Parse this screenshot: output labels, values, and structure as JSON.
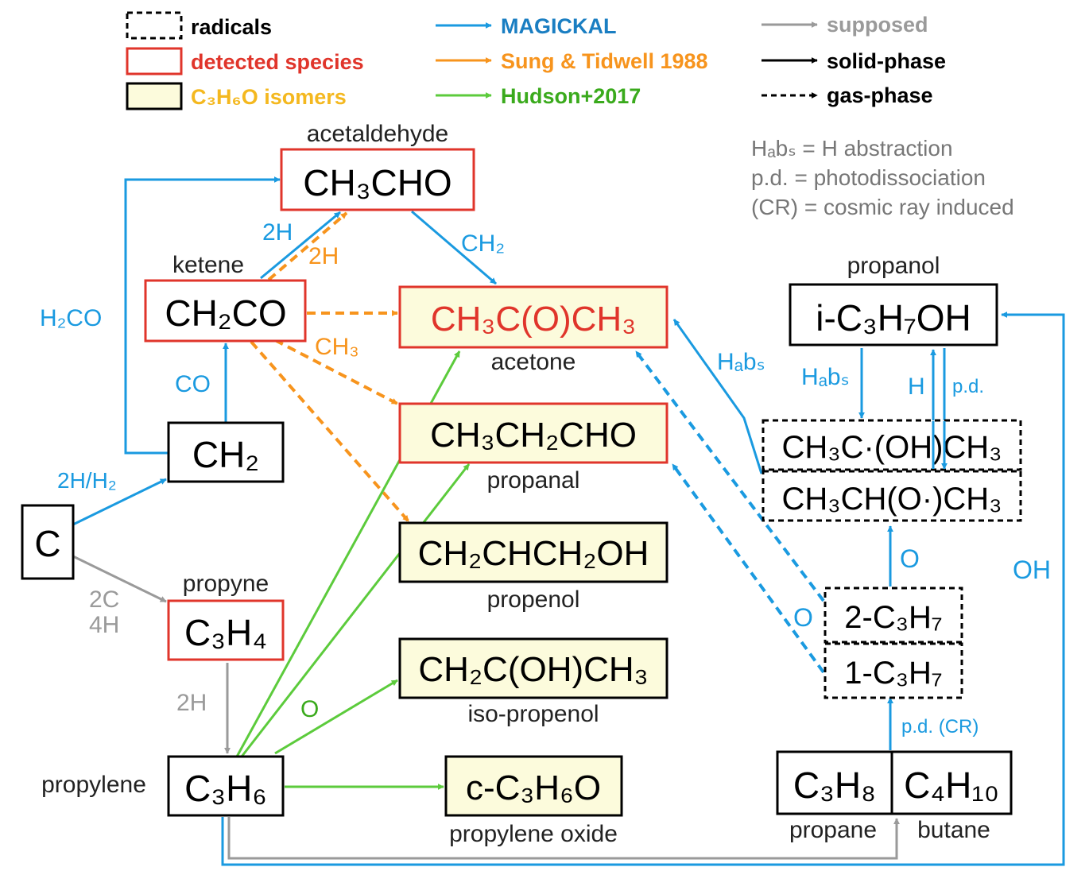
{
  "colors": {
    "magickal": "#1a9ae0",
    "sung": "#f7941d",
    "hudson": "#5ccb3c",
    "supposed": "#9a9a9a",
    "detected": "#e0352b",
    "isomer_fill": "#fcfbdc",
    "isomer_text": "#f4b81f"
  },
  "legend": {
    "radicals": "radicals",
    "detected": "detected species",
    "isomers": "C₃H₆O isomers",
    "magickal": "MAGICKAL",
    "sung": "Sung & Tidwell 1988",
    "hudson": "Hudson+2017",
    "supposed": "supposed",
    "solid": "solid-phase",
    "gas": "gas-phase"
  },
  "notes": {
    "habs": "Hₐbₛ = H abstraction",
    "pd": "p.d. = photodissociation",
    "cr": "(CR) = cosmic ray induced"
  },
  "species": {
    "acetaldehyde": {
      "formula": "CH₃CHO",
      "name": "acetaldehyde"
    },
    "ketene": {
      "formula": "CH₂CO",
      "name": "ketene"
    },
    "acetone": {
      "formula": "CH₃C(O)CH₃",
      "name": "acetone"
    },
    "propanal": {
      "formula": "CH₃CH₂CHO",
      "name": "propanal"
    },
    "propenol": {
      "formula": "CH₂CHCH₂OH",
      "name": "propenol"
    },
    "isopropenol": {
      "formula": "CH₂C(OH)CH₃",
      "name": "iso-propenol"
    },
    "propylene_oxide": {
      "formula": "c-C₃H₆O",
      "name": "propylene oxide"
    },
    "ch2": {
      "formula": "CH₂"
    },
    "c": {
      "formula": "C"
    },
    "propyne": {
      "formula": "C₃H₄",
      "name": "propyne"
    },
    "propylene": {
      "formula": "C₃H₆",
      "name": "propylene"
    },
    "propanol": {
      "formula": "i-C₃H₇OH",
      "name": "propanol"
    },
    "radical_a": {
      "formula": "CH₃C·(OH)CH₃"
    },
    "radical_b": {
      "formula": "CH₃CH(O·)CH₃"
    },
    "c3h7_2": {
      "formula": "2-C₃H₇"
    },
    "c3h7_1": {
      "formula": "1-C₃H₇"
    },
    "propane": {
      "formula": "C₃H₈",
      "name": "propane"
    },
    "butane": {
      "formula": "C₄H₁₀",
      "name": "butane"
    }
  },
  "edge_labels": {
    "h2co": "H₂CO",
    "co": "CO",
    "two_h_blue": "2H",
    "two_h_orange": "2H",
    "ch2_label": "CH₂",
    "ch3_label": "CH₃",
    "two_h_h2": "2H/H₂",
    "two_c": "2C",
    "four_h": "4H",
    "two_h_gray": "2H",
    "o_green": "O",
    "habs_upper": "Hₐbₛ",
    "habs_lower": "Hₐbₛ",
    "h_label": "H",
    "pd_label": "p.d.",
    "o_blue_right": "O",
    "o_blue_left": "O",
    "oh_label": "OH",
    "pd_cr": "p.d. (CR)"
  }
}
